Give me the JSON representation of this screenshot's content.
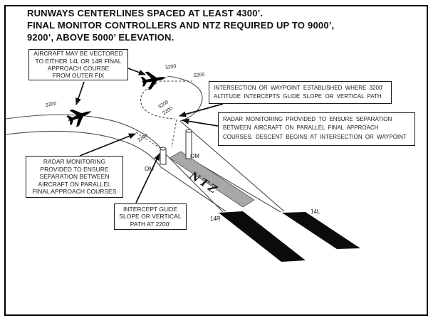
{
  "colors": {
    "ink": "#000000",
    "thin_line": "#4a4a4a",
    "dashed_line": "#3d3d3d",
    "ntz_fill": "#a8a8a8",
    "ntz_edge": "#555555",
    "runway_fill": "#0b0b0b",
    "box_border": "#1a1a1a",
    "background": "#ffffff"
  },
  "header": {
    "line1": "RUNWAYS CENTERLINES SPACED AT LEAST 4300’.",
    "line2": "FINAL MONITOR CONTROLLERS AND NTZ REQUIRED UP TO 9000’,",
    "line3": "9200’, ABOVE 5000’ ELEVATION."
  },
  "callouts": {
    "vectored": "AIRCRAFT MAY BE VECTORED\nTO EITHER 14L OR 14R FINAL\nAPPROACH COURSE\nFROM OUTER FIX",
    "intersection": "INTERSECTION OR WAYPOINT ESTABLISHED WHERE 3200’\nALTITUDE INTERCEPTS GLIDE SLOPE OR VERTICAL PATH.",
    "radar_right": "RADAR MONITORING PROVIDED TO ENSURE SEPARATION\nBETWEEN AIRCRAFT ON PARALLEL FINAL APPROACH\nCOURSES. DESCENT BEGINS AT INTERSECTION OR WAYPOINT",
    "radar_left": "RADAR MONITORING\nPROVIDED TO ENSURE\nSEPARATION BETWEEN\nAIRCRAFT ON PARALLEL\nFINAL APPROACH COURSES",
    "intercept": "INTERCEPT GLIDE\nSLOPE OR VERTICAL\nPATH AT 2200’"
  },
  "labels": {
    "alt_3200_top": "3200",
    "alt_2200_top": "2200",
    "alt_2200_left": "2200",
    "alt_3200_mid": "3200",
    "alt_2200_mid": "2200",
    "alt_2200_low": "2200",
    "om_left": "OM",
    "om_right": "OM",
    "ntz": "NTZ",
    "rwy_14r": "14R",
    "rwy_14l": "14L"
  }
}
